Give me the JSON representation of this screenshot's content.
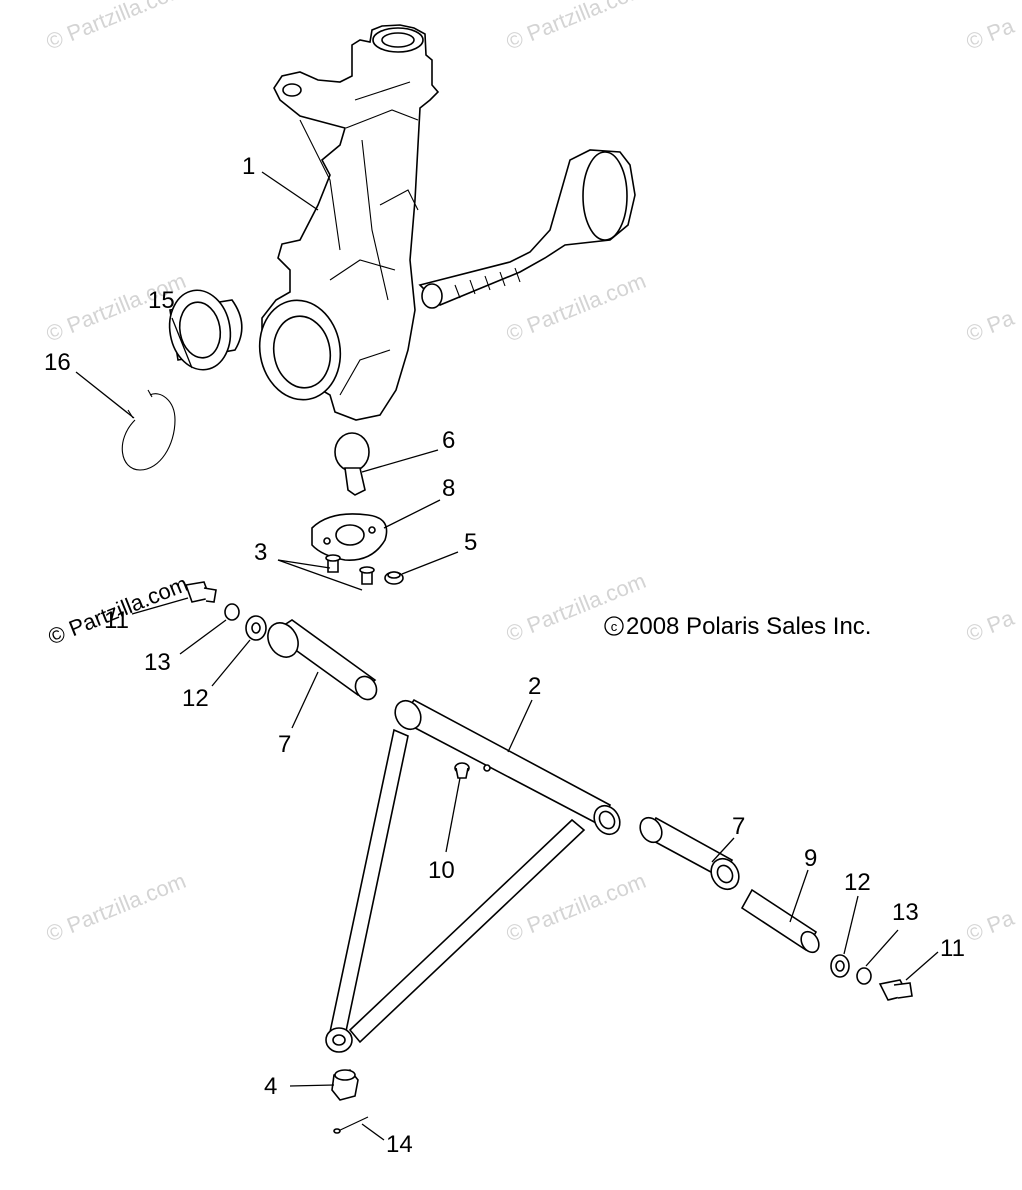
{
  "watermark_text": "© Partzilla.com",
  "watermark_text_short": "© Pa",
  "copyright_text": "2008 Polaris Sales Inc.",
  "copyright_symbol": "c",
  "callouts": {
    "c1": "1",
    "c2": "2",
    "c3": "3",
    "c4": "4",
    "c5": "5",
    "c6": "6",
    "c7a": "7",
    "c7b": "7",
    "c8": "8",
    "c9": "9",
    "c10": "10",
    "c11a": "11",
    "c11b": "11",
    "c12a": "12",
    "c12b": "12",
    "c13a": "13",
    "c13b": "13",
    "c14": "14",
    "c15": "15",
    "c16": "16"
  },
  "colors": {
    "line": "#000000",
    "watermark": "#d4d4d4",
    "background": "#ffffff"
  }
}
